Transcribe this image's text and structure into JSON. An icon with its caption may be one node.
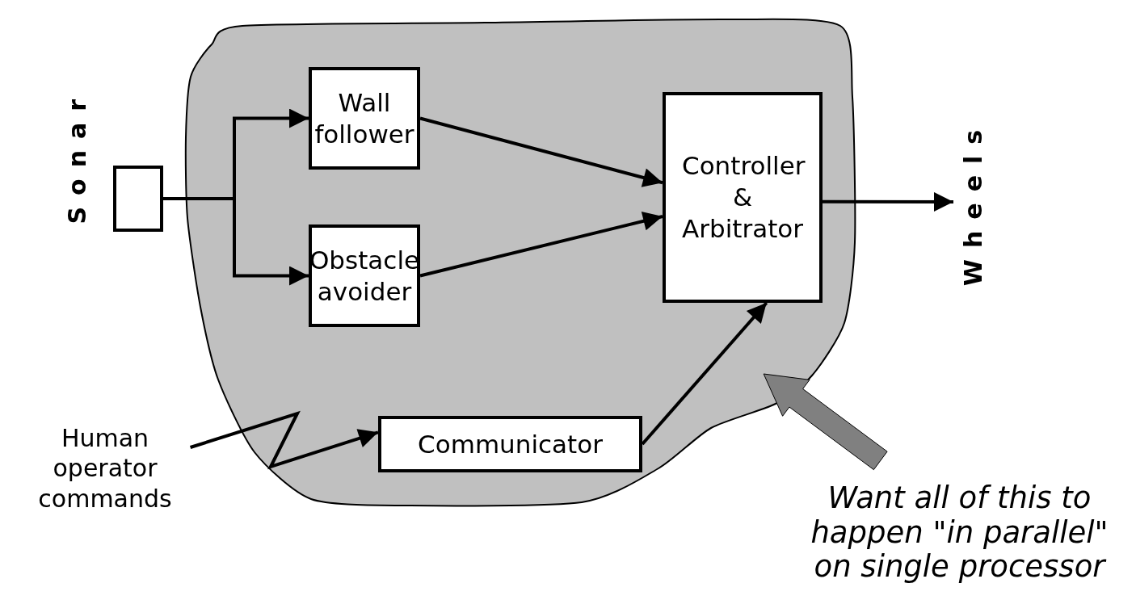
{
  "diagram": {
    "nodes": [
      {
        "text": [],
        "shape": "cloud"
      },
      {
        "text": [],
        "shape": "box",
        "beside": [
          "Sonar"
        ]
      },
      {
        "text": [
          "Wall follower"
        ],
        "in": 0
      },
      {
        "text": [
          "Obstacle avoider"
        ],
        "in": 0
      },
      {
        "text": [
          "Controller & Arbitrator"
        ],
        "in": 0
      },
      {
        "text": [
          "Communicator"
        ],
        "in": 0
      },
      {
        "text": [
          "Wheels"
        ]
      },
      {
        "text": [
          "Human operator commands"
        ]
      },
      {
        "text": [
          "Want all of this to happen \"in parallel\" on single processor"
        ]
      }
    ],
    "edges": [
      {
        "from": 1,
        "to": 2,
        "arrow": "to"
      },
      {
        "from": 1,
        "to": 3,
        "arrow": "to"
      },
      {
        "from": 2,
        "to": 4,
        "arrow": "to"
      },
      {
        "from": 3,
        "to": 4,
        "arrow": "to"
      },
      {
        "from": 5,
        "to": 4,
        "arrow": "to"
      },
      {
        "from": 4,
        "to": 6,
        "arrow": "to"
      },
      {
        "from": 7,
        "to": 5,
        "arrow": "to"
      },
      {
        "from": 8,
        "to": 0,
        "arrow": "to",
        "style": "thick",
        "color": "#808080"
      }
    ]
  }
}
